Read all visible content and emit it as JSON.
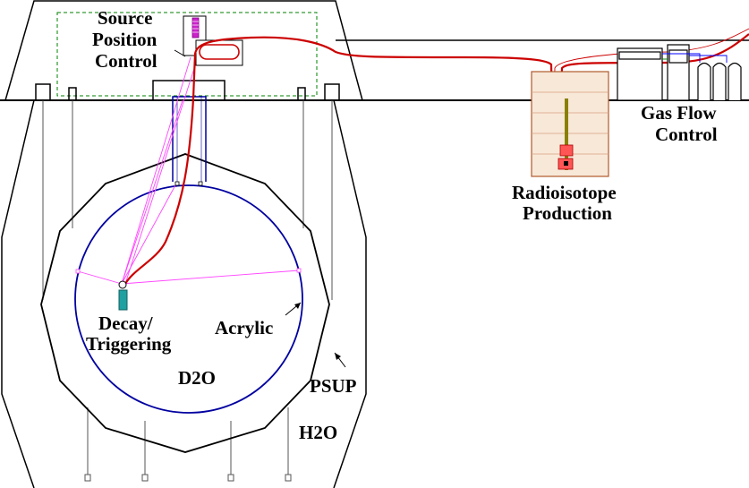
{
  "labels": {
    "source_position_control": [
      "Source",
      "Position",
      "Control"
    ],
    "gas_flow_control": [
      "Gas Flow",
      "Control"
    ],
    "radioisotope_production": [
      "Radioisotope",
      "Production"
    ],
    "decay_triggering": [
      "Decay/",
      "Triggering"
    ],
    "acrylic": "Acrylic",
    "d2o": "D2O",
    "psup": "PSUP",
    "h2o": "H2O"
  },
  "colors": {
    "outline": "#000000",
    "acrylic_vessel": "#0000a0",
    "source_tube": "#cc0000",
    "manipulator_ropes": "#ff44ff",
    "deck_box": "#008000",
    "production_box": "#b05a2a",
    "production_fill": "#f8e8d8",
    "rod": "#8a8000",
    "source_chamber": "#20a0a0",
    "gas_lines": "#0000ff"
  }
}
